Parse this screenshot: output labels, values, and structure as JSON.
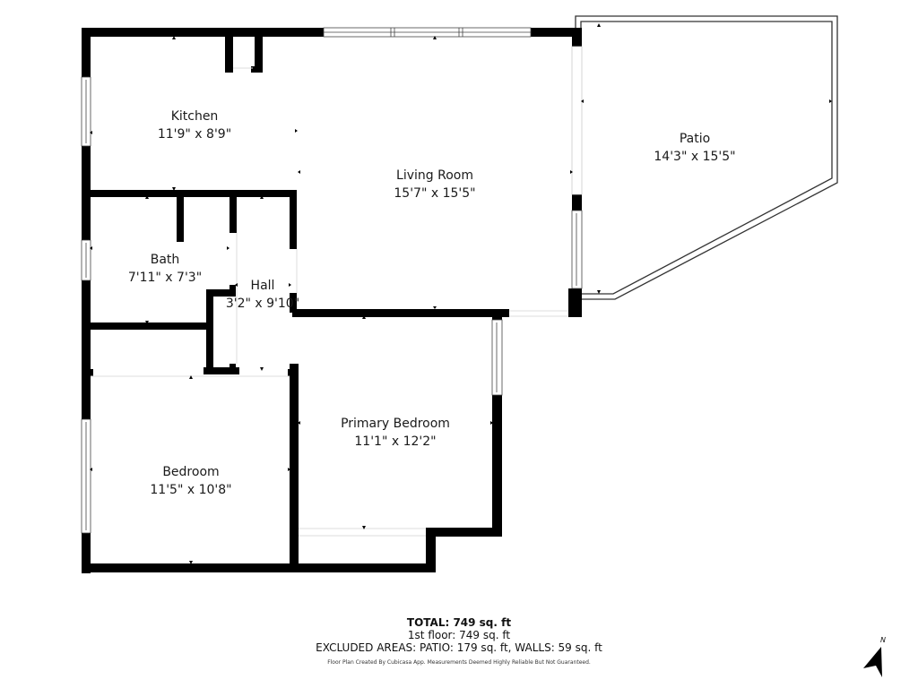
{
  "floor_plan": {
    "rooms": [
      {
        "name": "Kitchen",
        "dimensions": "11'9\" x 8'9\""
      },
      {
        "name": "Living Room",
        "dimensions": "15'7\" x 15'5\""
      },
      {
        "name": "Patio",
        "dimensions": "14'3\" x 15'5\""
      },
      {
        "name": "Bath",
        "dimensions": "7'11\" x 7'3\""
      },
      {
        "name": "Hall",
        "dimensions": "3'2\" x 9'10\""
      },
      {
        "name": "Primary Bedroom",
        "dimensions": "11'1\" x 12'2\""
      },
      {
        "name": "Bedroom",
        "dimensions": "11'5\" x 10'8\""
      }
    ],
    "colors": {
      "wall": "#000000",
      "background": "#ffffff",
      "window_line": "#555555",
      "patio_outline": "#333333"
    }
  },
  "summary": {
    "total": "TOTAL: 749 sq. ft",
    "first_floor": "1st floor: 749 sq. ft",
    "excluded": "EXCLUDED AREAS: PATIO: 179 sq. ft, WALLS: 59 sq. ft",
    "disclaimer": "Floor Plan Created By Cubicasa App. Measurements Deemed Highly Reliable But Not Guaranteed."
  },
  "compass": {
    "label": "N",
    "icon": "north-arrow-icon"
  }
}
